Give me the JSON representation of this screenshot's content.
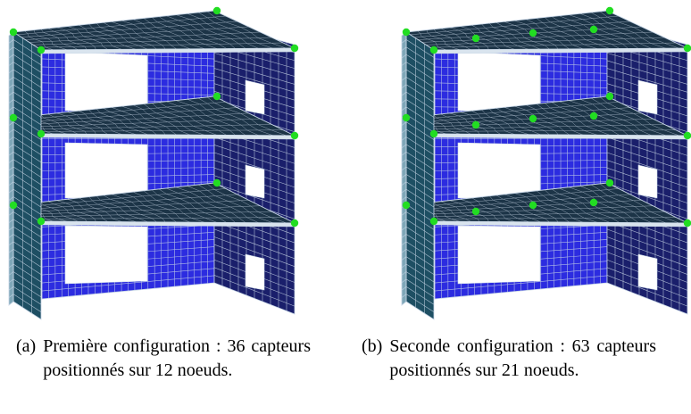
{
  "figures": [
    {
      "id": "a",
      "label": "(a)",
      "caption": "Première configuration : 36 capteurs positionnés sur 12 noeuds.",
      "sensor_nodes": 12
    },
    {
      "id": "b",
      "label": "(b)",
      "caption": "Seconde configuration : 63 capteurs positionnés sur 21 noeuds.",
      "sensor_nodes": 21
    }
  ],
  "colors": {
    "wall_blue": "#2c2ce0",
    "wall_dark": "#1a1f6b",
    "column_teal": "#1e4f63",
    "slab_dark": "#1c3447",
    "mesh_line": "#c8d6e6",
    "sensor_green": "#22dd22"
  }
}
